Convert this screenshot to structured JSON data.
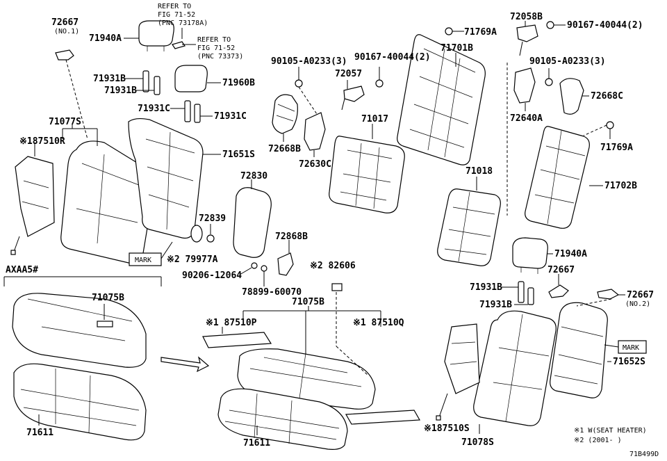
{
  "labels": {
    "p72667_top": "72667",
    "p72667_top_note": "(NO.1)",
    "refer1_a": "REFER TO",
    "refer1_b": "FIG 71-52",
    "refer1_c": "(PNC 73178A)",
    "refer2_a": "REFER TO",
    "refer2_b": "FIG 71-52",
    "refer2_c": "(PNC 73373)",
    "p71940A_top": "71940A",
    "p71931B_a": "71931B",
    "p71931B_b": "71931B",
    "p71960B": "71960B",
    "p71931C_a": "71931C",
    "p71931C_b": "71931C",
    "p71077S": "71077S",
    "p87510R": "※187510R",
    "p71651S": "71651S",
    "p72830": "72830",
    "p72839": "72839",
    "mark_left": "MARK",
    "p79977A": "※2 79977A",
    "p72868B": "72868B",
    "p90206": "90206-12064",
    "p78899": "78899-60070",
    "p82606": "※2 82606",
    "axaa": "AXAA5#",
    "p71075B_a": "71075B",
    "p71611_a": "71611",
    "p71075B_b": "71075B",
    "p87510P": "※1 87510P",
    "p87510Q": "※1 87510Q",
    "p71611_b": "71611",
    "p90105_a": "90105-A0233(3)",
    "p90167_a": "90167-40044(2)",
    "p72057": "72057",
    "p71769A_a": "71769A",
    "p71701B": "71701B",
    "p72668B": "72668B",
    "p72630C": "72630C",
    "p71017": "71017",
    "p71018": "71018",
    "p72058B": "72058B",
    "p90167_b": "90167-40044(2)",
    "p90105_b": "90105-A0233(3)",
    "p72640A": "72640A",
    "p72668C": "72668C",
    "p71769A_b": "71769A",
    "p71702B": "71702B",
    "p71940A_right": "71940A",
    "p72667_right": "72667",
    "p71931B_c": "71931B",
    "p71931B_d": "71931B",
    "p72667_no2": "72667",
    "p72667_no2_note": "(NO.2)",
    "mark_right": "MARK",
    "p71652S": "71652S",
    "p87510S": "※187510S",
    "p71078S": "71078S",
    "note1": "※1  W(SEAT HEATER)",
    "note2": "※2 (2001-     )",
    "diagram_id": "71B499D"
  }
}
